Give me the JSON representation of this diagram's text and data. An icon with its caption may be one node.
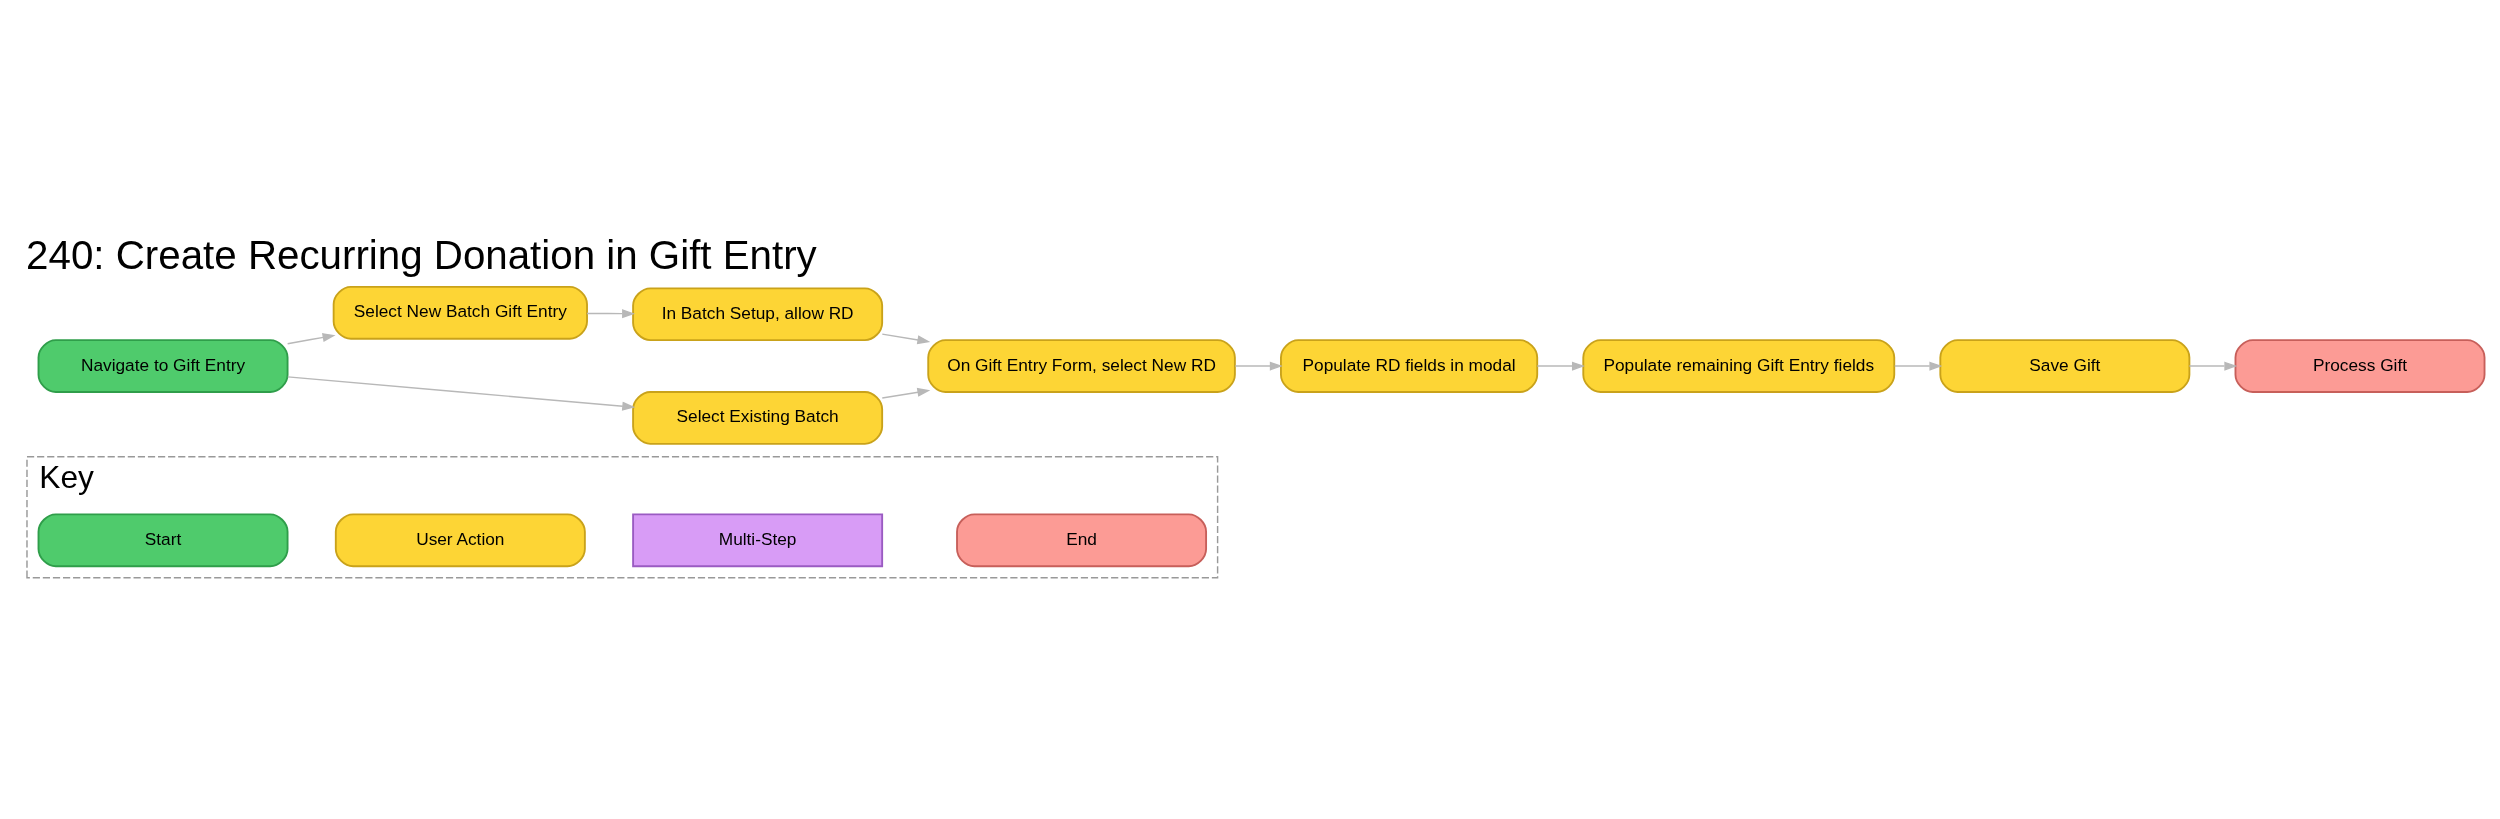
{
  "diagram": {
    "title": "240: Create Recurring Donation in Gift Entry",
    "nodes": [
      {
        "text": [
          "Key"
        ]
      },
      {
        "text": [
          "Start"
        ],
        "in": 0
      },
      {
        "text": [
          "User Action"
        ],
        "in": 0
      },
      {
        "text": [
          "Multi-Step"
        ],
        "in": 0
      },
      {
        "text": [
          "End"
        ],
        "in": 0
      },
      {
        "text": [
          "Navigate to Gift Entry"
        ]
      },
      {
        "text": [
          "Select New Batch Gift Entry"
        ]
      },
      {
        "text": [
          "In Batch Setup, allow RD"
        ]
      },
      {
        "text": [
          "On Gift Entry Form, select New RD"
        ]
      },
      {
        "text": [
          "Populate RD fields in modal"
        ]
      },
      {
        "text": [
          "Populate remaining Gift Entry fields"
        ]
      },
      {
        "text": [
          "Save Gift"
        ]
      },
      {
        "text": [
          "Process Gift"
        ]
      },
      {
        "text": [
          "Select Existing Batch"
        ]
      }
    ],
    "edges": [
      {
        "from": 5,
        "to": 6,
        "arrow": "to"
      },
      {
        "from": 6,
        "to": 7,
        "arrow": "to"
      },
      {
        "from": 7,
        "to": 8,
        "arrow": "to"
      },
      {
        "from": 8,
        "to": 9,
        "arrow": "to"
      },
      {
        "from": 9,
        "to": 10,
        "arrow": "to"
      },
      {
        "from": 10,
        "to": 11,
        "arrow": "to"
      },
      {
        "from": 11,
        "to": 12,
        "arrow": "to"
      },
      {
        "from": 5,
        "to": 13,
        "arrow": "to"
      },
      {
        "from": 13,
        "to": 8,
        "arrow": "to"
      }
    ]
  }
}
